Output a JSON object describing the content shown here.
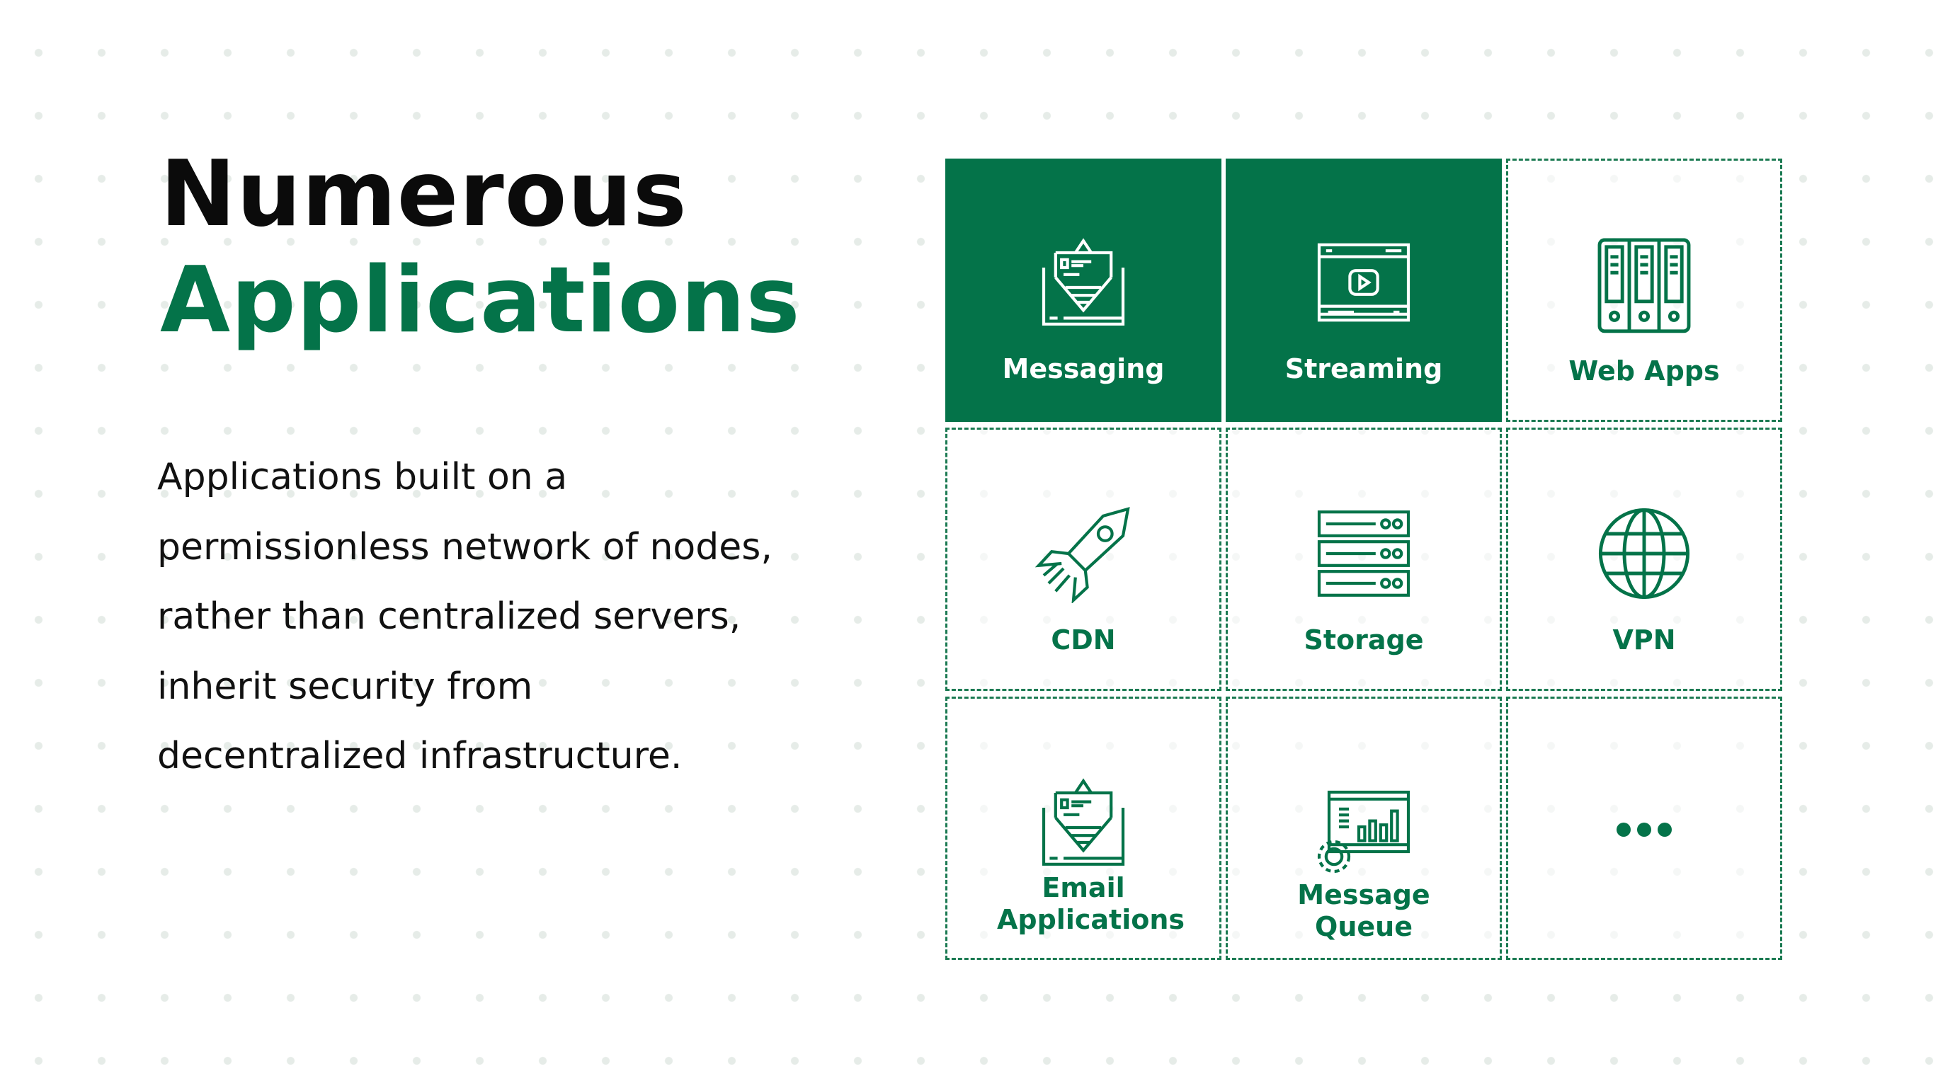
{
  "heading": {
    "line1": "Numerous",
    "line2": "Applications"
  },
  "description": "Applications built on a permissionless network of nodes, rather than centralized servers, inherit security from decentralized infrastructure.",
  "colors": {
    "brand": "#047349"
  },
  "tiles": [
    {
      "label": "Messaging",
      "icon": "envelope-letter-icon",
      "filled": true
    },
    {
      "label": "Streaming",
      "icon": "video-player-icon",
      "filled": true
    },
    {
      "label": "Web Apps",
      "icon": "server-racks-icon",
      "filled": false
    },
    {
      "label": "CDN",
      "icon": "rocket-icon",
      "filled": false
    },
    {
      "label": "Storage",
      "icon": "storage-stack-icon",
      "filled": false
    },
    {
      "label": "VPN",
      "icon": "globe-icon",
      "filled": false
    },
    {
      "label": "Email Applications",
      "icon": "envelope-letter-icon",
      "filled": false
    },
    {
      "label": "Message Queue",
      "icon": "dashboard-gear-icon",
      "filled": false
    },
    {
      "label": "",
      "icon": "more-dots-icon",
      "filled": false
    }
  ]
}
